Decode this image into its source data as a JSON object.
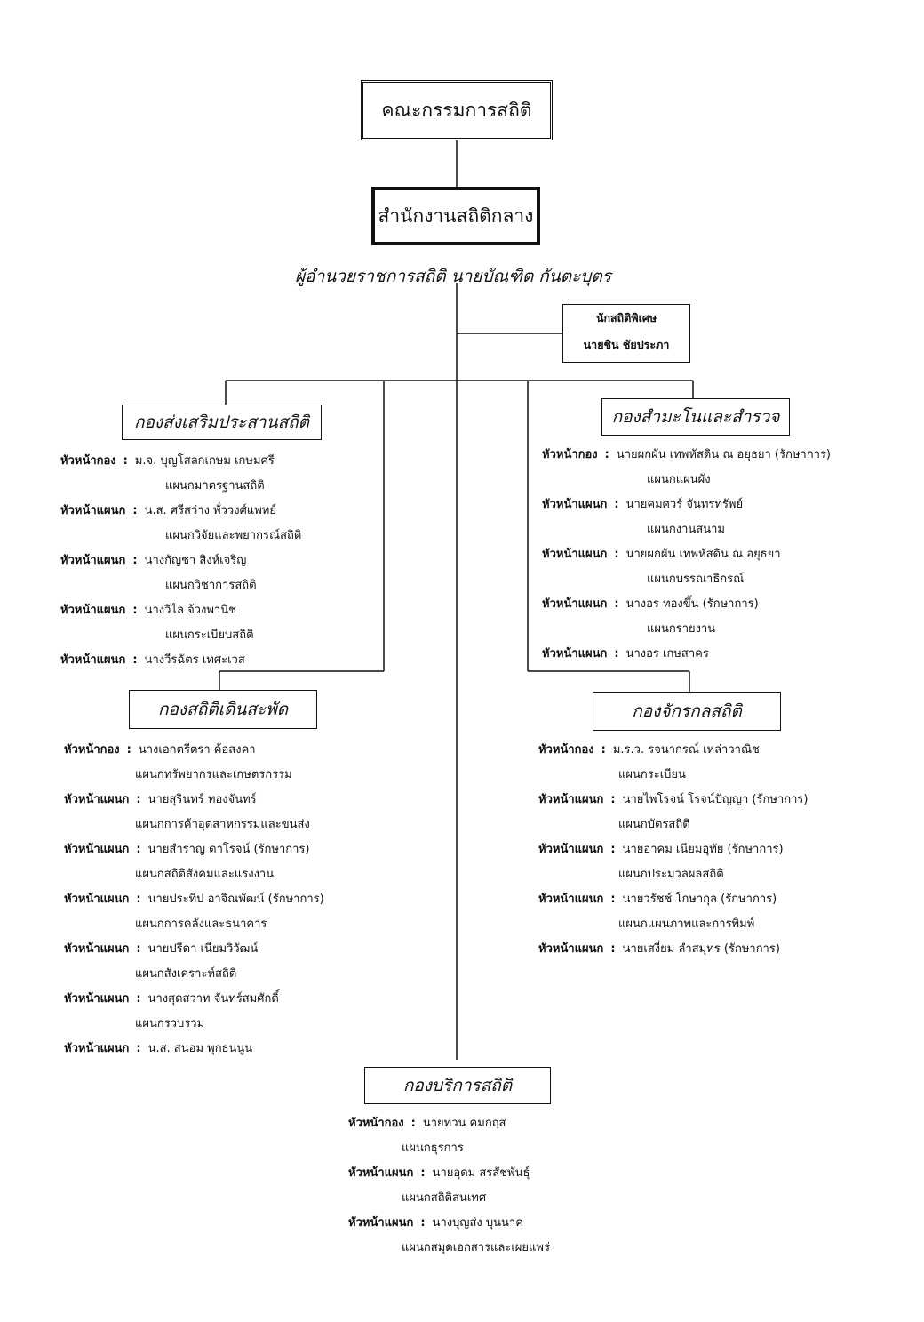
{
  "committee": {
    "title": "คณะกรรมการสถิติ"
  },
  "office": {
    "title": "สำนักงานสถิติกลาง"
  },
  "director": {
    "text": "ผู้อำนวยราชการสถิติ  นายบัณฑิต  กันตะบุตร"
  },
  "special_statistician": {
    "title": "นักสถิติพิเศษ",
    "name": "นายชิน  ชัยประภา"
  },
  "divisions": {
    "promotion": {
      "title": "กองส่งเสริมประสานสถิติ",
      "rows": [
        {
          "role": "หัวหน้ากอง",
          "name": "ม.จ.  บุญโสลกเกษม  เกษมศรี",
          "section": "แผนกมาตรฐานสถิติ"
        },
        {
          "role": "หัวหน้าแผนก",
          "name": "น.ส.  ศรีสว่าง  พั่ววงศ์แพทย์",
          "section": "แผนกวิจัยและพยากรณ์สถิติ"
        },
        {
          "role": "หัวหน้าแผนก",
          "name": "นางกัญชา  สิงห์เจริญ",
          "section": "แผนกวิชาการสถิติ"
        },
        {
          "role": "หัวหน้าแผนก",
          "name": "นางวิไล  จ้วงพานิช",
          "section": "แผนกระเบียบสถิติ"
        },
        {
          "role": "หัวหน้าแผนก",
          "name": "นางวีรฉัตร  เทศะเวส",
          "section": ""
        }
      ]
    },
    "census": {
      "title": "กองสำมะโนและสำรวจ",
      "rows": [
        {
          "role": "หัวหน้ากอง",
          "name": "นายผกผัน  เทพหัสดิน ณ อยุธยา (รักษาการ)",
          "section": "แผนกแผนผัง"
        },
        {
          "role": "หัวหน้าแผนก",
          "name": "นายคมศวร์  จันทรทรัพย์",
          "section": "แผนกงานสนาม"
        },
        {
          "role": "หัวหน้าแผนก",
          "name": "นายผกผัน  เทพหัสดิน ณ อยุธยา",
          "section": "แผนกบรรณาธิกรณ์"
        },
        {
          "role": "หัวหน้าแผนก",
          "name": "นางอร  ทองขึ้น  (รักษาการ)",
          "section": "แผนกรายงาน"
        },
        {
          "role": "หัวหน้าแผนก",
          "name": "นางอร  เกษสาคร",
          "section": ""
        }
      ]
    },
    "current": {
      "title": "กองสถิติเดินสะพัด",
      "rows": [
        {
          "role": "หัวหน้ากอง",
          "name": "นางเอกตรีตรา  ค้อสงคา",
          "section": "แผนกทรัพยากรและเกษตรกรรม"
        },
        {
          "role": "หัวหน้าแผนก",
          "name": "นายสุรินทร์  ทองจันทร์",
          "section": "แผนกการค้าอุตสาหกรรมและขนส่ง"
        },
        {
          "role": "หัวหน้าแผนก",
          "name": "นายสำราญ  ดาโรจน์  (รักษาการ)",
          "section": "แผนกสถิติสังคมและแรงงาน"
        },
        {
          "role": "หัวหน้าแผนก",
          "name": "นายประทีป  อาจิณพัฒน์  (รักษาการ)",
          "section": "แผนกการคลังและธนาคาร"
        },
        {
          "role": "หัวหน้าแผนก",
          "name": "นายปรีดา  เนียมวิวัฒน์",
          "section": "แผนกสังเคราะห์สถิติ"
        },
        {
          "role": "หัวหน้าแผนก",
          "name": "นางสุดสวาท  จันทร์สมศักดิ์",
          "section": "แผนกรวบรวม"
        },
        {
          "role": "หัวหน้าแผนก",
          "name": "น.ส.  สนอม  พุกธนนูน",
          "section": ""
        }
      ]
    },
    "mechanical": {
      "title": "กองจักรกลสถิติ",
      "rows": [
        {
          "role": "หัวหน้ากอง",
          "name": "ม.ร.ว.  รจนากรณ์  เหล่าวาณิช",
          "section": "แผนกระเบียน"
        },
        {
          "role": "หัวหน้าแผนก",
          "name": "นายไพโรจน์  โรจน์ปัญญา  (รักษาการ)",
          "section": "แผนกบัตรสถิติ"
        },
        {
          "role": "หัวหน้าแผนก",
          "name": "นายอาคม  เนียมอุทัย  (รักษาการ)",
          "section": "แผนกประมวลผลสถิติ"
        },
        {
          "role": "หัวหน้าแผนก",
          "name": "นายวรัชช์  โกษากุล  (รักษาการ)",
          "section": "แผนกแผนภาพและการพิมพ์"
        },
        {
          "role": "หัวหน้าแผนก",
          "name": "นายเสงี่ยม  ลำสมุทร  (รักษาการ)",
          "section": ""
        }
      ]
    },
    "service": {
      "title": "กองบริการสถิติ",
      "rows": [
        {
          "role": "หัวหน้ากอง",
          "name": "นายทวน  คมกฤส",
          "section": "แผนกธุรการ"
        },
        {
          "role": "หัวหน้าแผนก",
          "name": "นายอุดม  สรสัชพันธุ์",
          "section": "แผนกสถิติสนเทศ"
        },
        {
          "role": "หัวหน้าแผนก",
          "name": "นางบุญส่ง  บุนนาค",
          "section": "แผนกสมุดเอกสารและเผยแพร่"
        }
      ]
    }
  }
}
